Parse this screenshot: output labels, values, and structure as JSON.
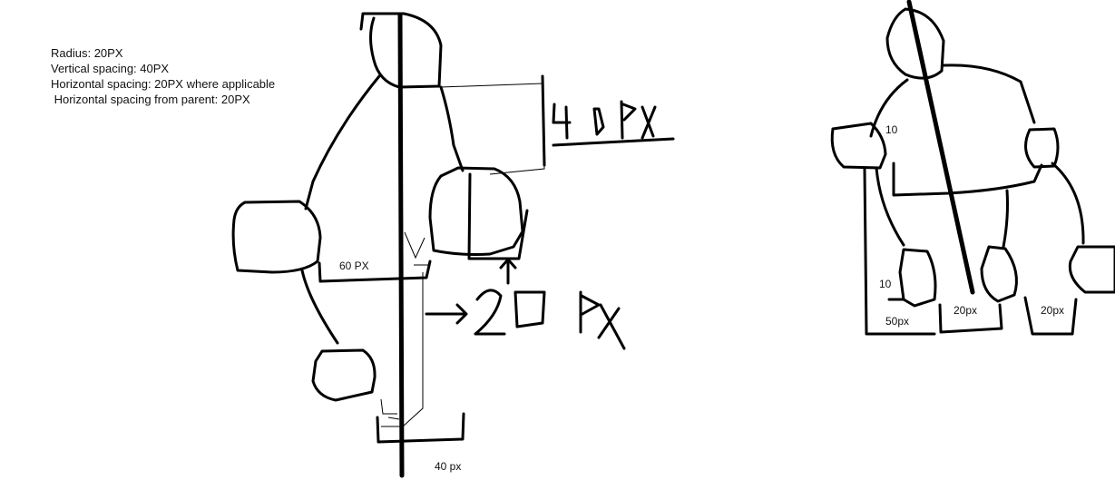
{
  "notes": {
    "radius": "Radius: 20PX",
    "vertical_spacing": "Vertical spacing: 40PX",
    "horizontal_spacing": "Horizontal spacing: 20PX where applicable",
    "horizontal_spacing_parent": " Horizontal spacing from parent: 20PX"
  },
  "left_diagram": {
    "label_60px": "60 PX",
    "label_40px": "40 px",
    "handwritten_40px": "40PX",
    "handwritten_20px": ">20 PX"
  },
  "right_diagram": {
    "label_10_top": "10",
    "label_10_bottom": "10",
    "label_50px": "50px",
    "label_20px_a": "20px",
    "label_20px_b": "20px"
  }
}
